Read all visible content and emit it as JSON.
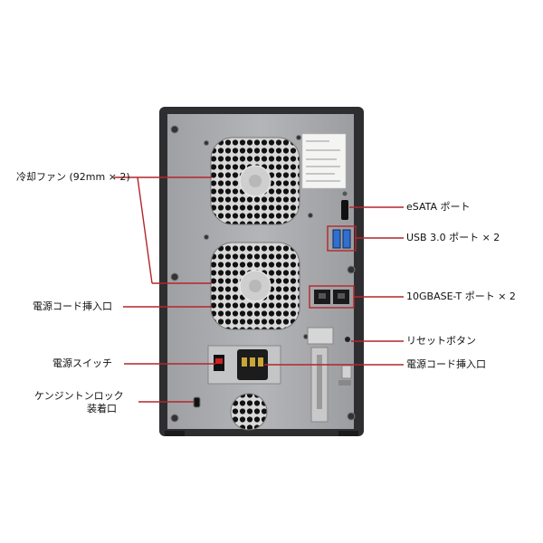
{
  "labels": {
    "fan": "冷却ファン (92mm × 2)",
    "power_connector_left": "電源コード挿入口",
    "power_switch": "電源スイッチ",
    "kensington_line1": "ケンジントンロック",
    "kensington_line2": "装着口",
    "esata": "eSATA ポート",
    "usb": "USB 3.0 ポート × 2",
    "lan": "10GBASE-T ポート × 2",
    "reset": "リセットボタン",
    "power_connector_right": "電源コード挿入口"
  },
  "colors": {
    "callout": "#b3262c",
    "chassis_frame": "#2e2e30",
    "back_panel": "#a9aaad",
    "port_blue": "#2f6fd0"
  }
}
